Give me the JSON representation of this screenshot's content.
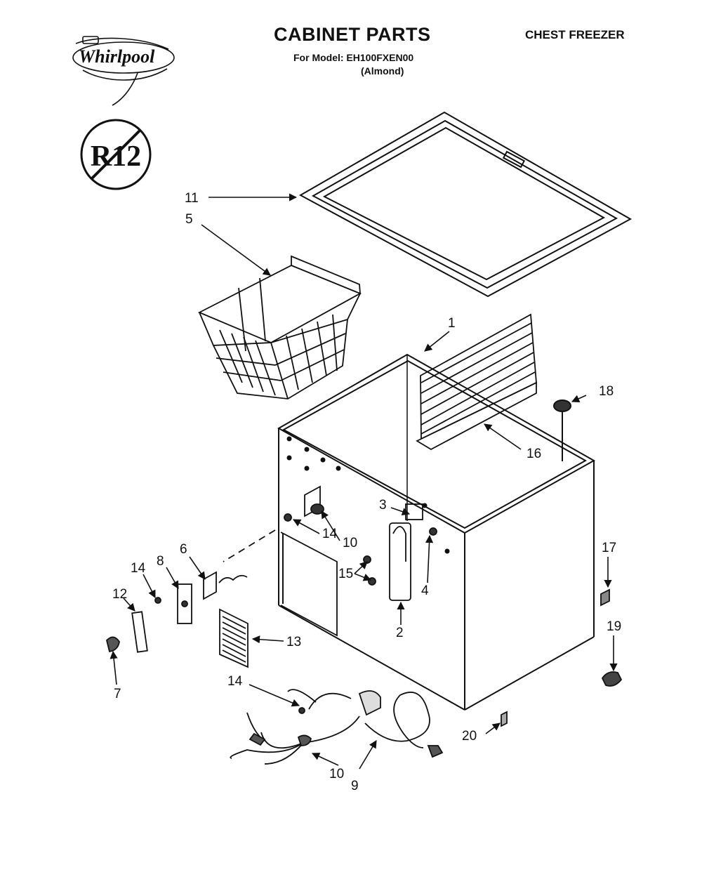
{
  "header": {
    "title": "CABINET PARTS",
    "model_line": "For Model: EH100FXEN00",
    "color_line": "(Almond)",
    "category": "CHEST FREEZER",
    "brand": "Whirlpool",
    "symbol_text": "R12"
  },
  "callouts": {
    "c1": "1",
    "c2": "2",
    "c3": "3",
    "c4": "4",
    "c5": "5",
    "c6": "6",
    "c7": "7",
    "c8": "8",
    "c9": "9",
    "c10a": "10",
    "c10b": "10",
    "c11": "11",
    "c12": "12",
    "c13": "13",
    "c14a": "14",
    "c14b": "14",
    "c14c": "14",
    "c15": "15",
    "c16": "16",
    "c17": "17",
    "c18": "18",
    "c19": "19",
    "c20": "20"
  }
}
